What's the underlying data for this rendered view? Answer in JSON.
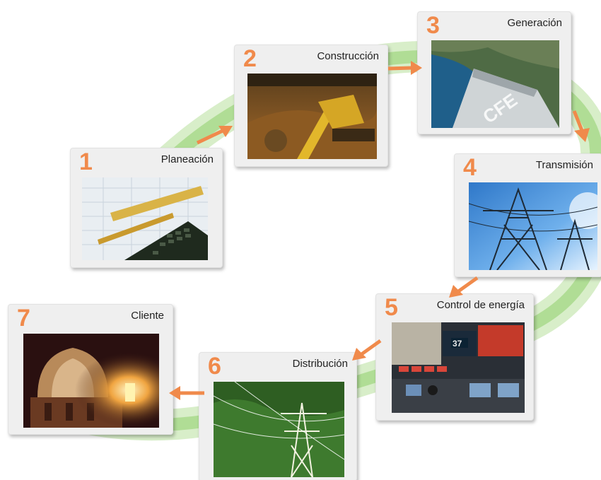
{
  "colors": {
    "ring": "#a9d98c",
    "ring_light": "#cdebb8",
    "accent": "#f08a4b",
    "card": "#efefef"
  },
  "steps": [
    {
      "number": "1",
      "title": "Planeación",
      "icon": "calculator-ruler-photo"
    },
    {
      "number": "2",
      "title": "Construcción",
      "icon": "construction-excavator-photo"
    },
    {
      "number": "3",
      "title": "Generación",
      "icon": "dam-photo",
      "photo_text": "CFE"
    },
    {
      "number": "4",
      "title": "Transmisión",
      "icon": "transmission-tower-photo"
    },
    {
      "number": "5",
      "title": "Control de energía",
      "icon": "control-room-photo",
      "photo_text": "37"
    },
    {
      "number": "6",
      "title": "Distribución",
      "icon": "distribution-tower-photo"
    },
    {
      "number": "7",
      "title": "Cliente",
      "icon": "dome-lamp-photo"
    }
  ]
}
